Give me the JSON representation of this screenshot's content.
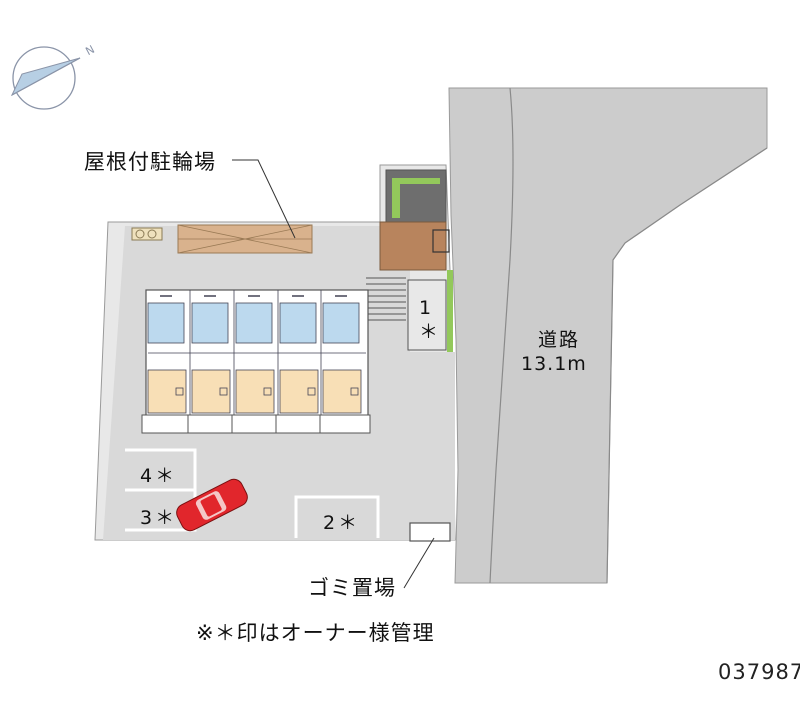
{
  "labels": {
    "bicycle_parking": "屋根付駐輪場",
    "road_name": "道路",
    "road_width": "13.1m",
    "garbage": "ゴミ置場",
    "note": "※＊印はオーナー様管理",
    "property_id": "037987",
    "compass": "N"
  },
  "parking_slots": [
    {
      "label": "1\n＊"
    },
    {
      "label": "2＊"
    },
    {
      "label": "3＊"
    },
    {
      "label": "4＊"
    }
  ],
  "colors": {
    "road": "#cccccc",
    "site": "#e8e8e8",
    "lot": "#d9d9d9",
    "unit_floor": "#f8dfb6",
    "unit_bath": "#bcd9ee",
    "roof_parking": "#d9b28d",
    "greenery": "#93c85b",
    "car": "#e1262c"
  }
}
